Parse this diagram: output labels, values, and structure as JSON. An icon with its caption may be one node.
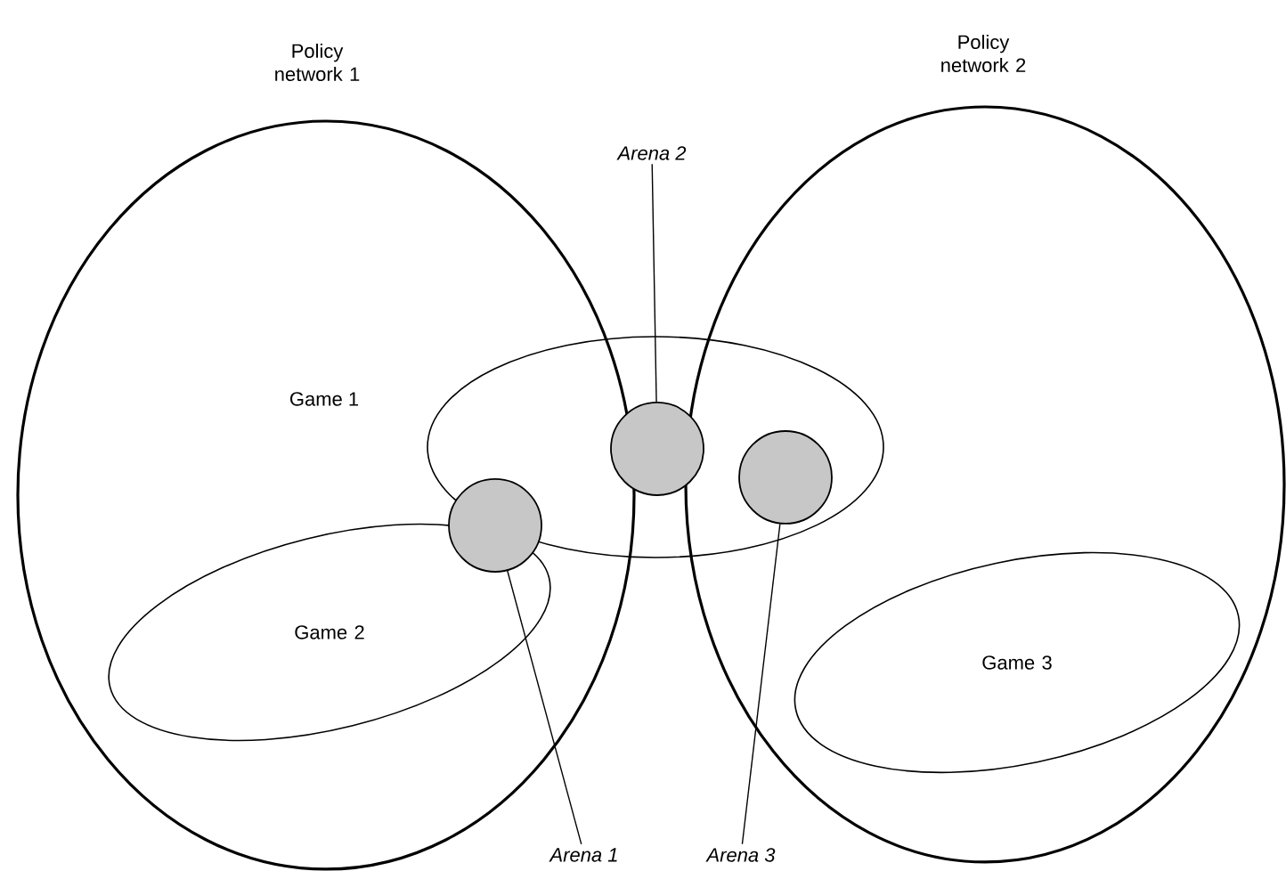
{
  "diagram": {
    "nodes": [
      {
        "text": [
          "Policy network 1"
        ]
      },
      {
        "text": [
          "Policy network 2"
        ]
      },
      {
        "text": [],
        "shape": "ellipse",
        "beside": [
          "Game 1"
        ]
      },
      {
        "text": [
          "Game 2"
        ],
        "in": 0
      },
      {
        "text": [
          "Game 3"
        ],
        "in": 1
      },
      {
        "text": [],
        "shape": "circle",
        "in": 0
      },
      {
        "text": [],
        "shape": "circle",
        "in": 2
      },
      {
        "text": [],
        "shape": "circle"
      },
      {
        "text": [
          "Arena 1"
        ]
      },
      {
        "text": [
          "Arena 2"
        ]
      },
      {
        "text": [
          "Arena 3"
        ]
      }
    ],
    "edges": [
      {
        "from": 8,
        "to": 5,
        "arrow": "none"
      },
      {
        "from": 9,
        "to": 6,
        "arrow": "none"
      },
      {
        "from": 10,
        "to": 7,
        "arrow": "none"
      }
    ]
  }
}
